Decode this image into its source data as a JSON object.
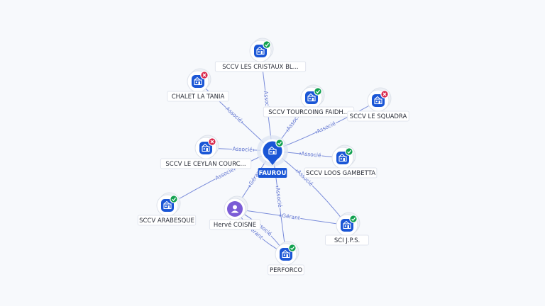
{
  "graph": {
    "center": {
      "id": "faurou",
      "label": "FAUROU",
      "kind": "company",
      "status": "ok"
    },
    "nodes": [
      {
        "id": "cristaux",
        "label": "SCCV LES CRISTAUX BL...",
        "kind": "company",
        "status": "ok"
      },
      {
        "id": "tania",
        "label": "CHALET LA TANIA",
        "kind": "company",
        "status": "closed"
      },
      {
        "id": "tourcoing",
        "label": "SCCV TOURCOING FAIDH...",
        "kind": "company",
        "status": "ok"
      },
      {
        "id": "squadra",
        "label": "SCCV LE SQUADRA",
        "kind": "company",
        "status": "closed"
      },
      {
        "id": "ceylan",
        "label": "SCCV LE CEYLAN COURC...",
        "kind": "company",
        "status": "closed"
      },
      {
        "id": "loos",
        "label": "SCCV LOOS GAMBETTA",
        "kind": "company",
        "status": "ok"
      },
      {
        "id": "arabesque",
        "label": "SCCV ARABESQUE",
        "kind": "company",
        "status": "ok"
      },
      {
        "id": "herve",
        "label": "Hervé COISNE",
        "kind": "person",
        "status": "none"
      },
      {
        "id": "sci",
        "label": "SCI J.P.S.",
        "kind": "company",
        "status": "ok"
      },
      {
        "id": "perforco",
        "label": "PERFORCO",
        "kind": "company",
        "status": "ok"
      }
    ],
    "edges": [
      {
        "from": "faurou",
        "to": "cristaux",
        "label": "Associé"
      },
      {
        "from": "faurou",
        "to": "tania",
        "label": "Associé"
      },
      {
        "from": "faurou",
        "to": "tourcoing",
        "label": "Associé"
      },
      {
        "from": "faurou",
        "to": "squadra",
        "label": "Associé"
      },
      {
        "from": "faurou",
        "to": "ceylan",
        "label": "Associé"
      },
      {
        "from": "faurou",
        "to": "loos",
        "label": "Associé"
      },
      {
        "from": "faurou",
        "to": "arabesque",
        "label": "Associé"
      },
      {
        "from": "faurou",
        "to": "sci",
        "label": "Associé"
      },
      {
        "from": "faurou",
        "to": "perforco",
        "label": "Associé"
      },
      {
        "from": "herve",
        "to": "faurou",
        "label": "Gérant"
      },
      {
        "from": "herve",
        "to": "sci",
        "label": "Gérant"
      },
      {
        "from": "herve",
        "to": "perforco",
        "label": "Gérant"
      },
      {
        "from": "herve",
        "to": "perforco",
        "label": "Associé"
      }
    ]
  },
  "colors": {
    "edge": "#6b7fd6",
    "node_icon": "#1a56d6",
    "status_ok": "#12a150",
    "status_closed": "#d9254a",
    "person": "#7b5cd6"
  }
}
